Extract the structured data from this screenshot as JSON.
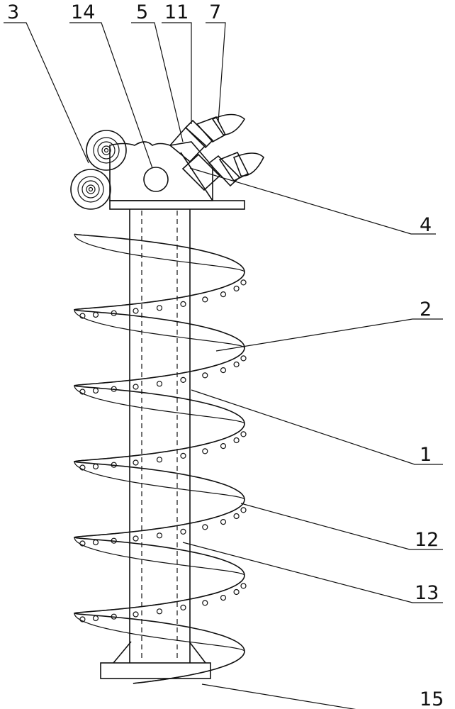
{
  "labels": {
    "l3": "3",
    "l14": "14",
    "l5": "5",
    "l11": "11",
    "l7": "7",
    "l4": "4",
    "l2": "2",
    "l1": "1",
    "l12": "12",
    "l13": "13",
    "l15": "15"
  },
  "colors": {
    "line": "#111111",
    "background": "#ffffff"
  }
}
